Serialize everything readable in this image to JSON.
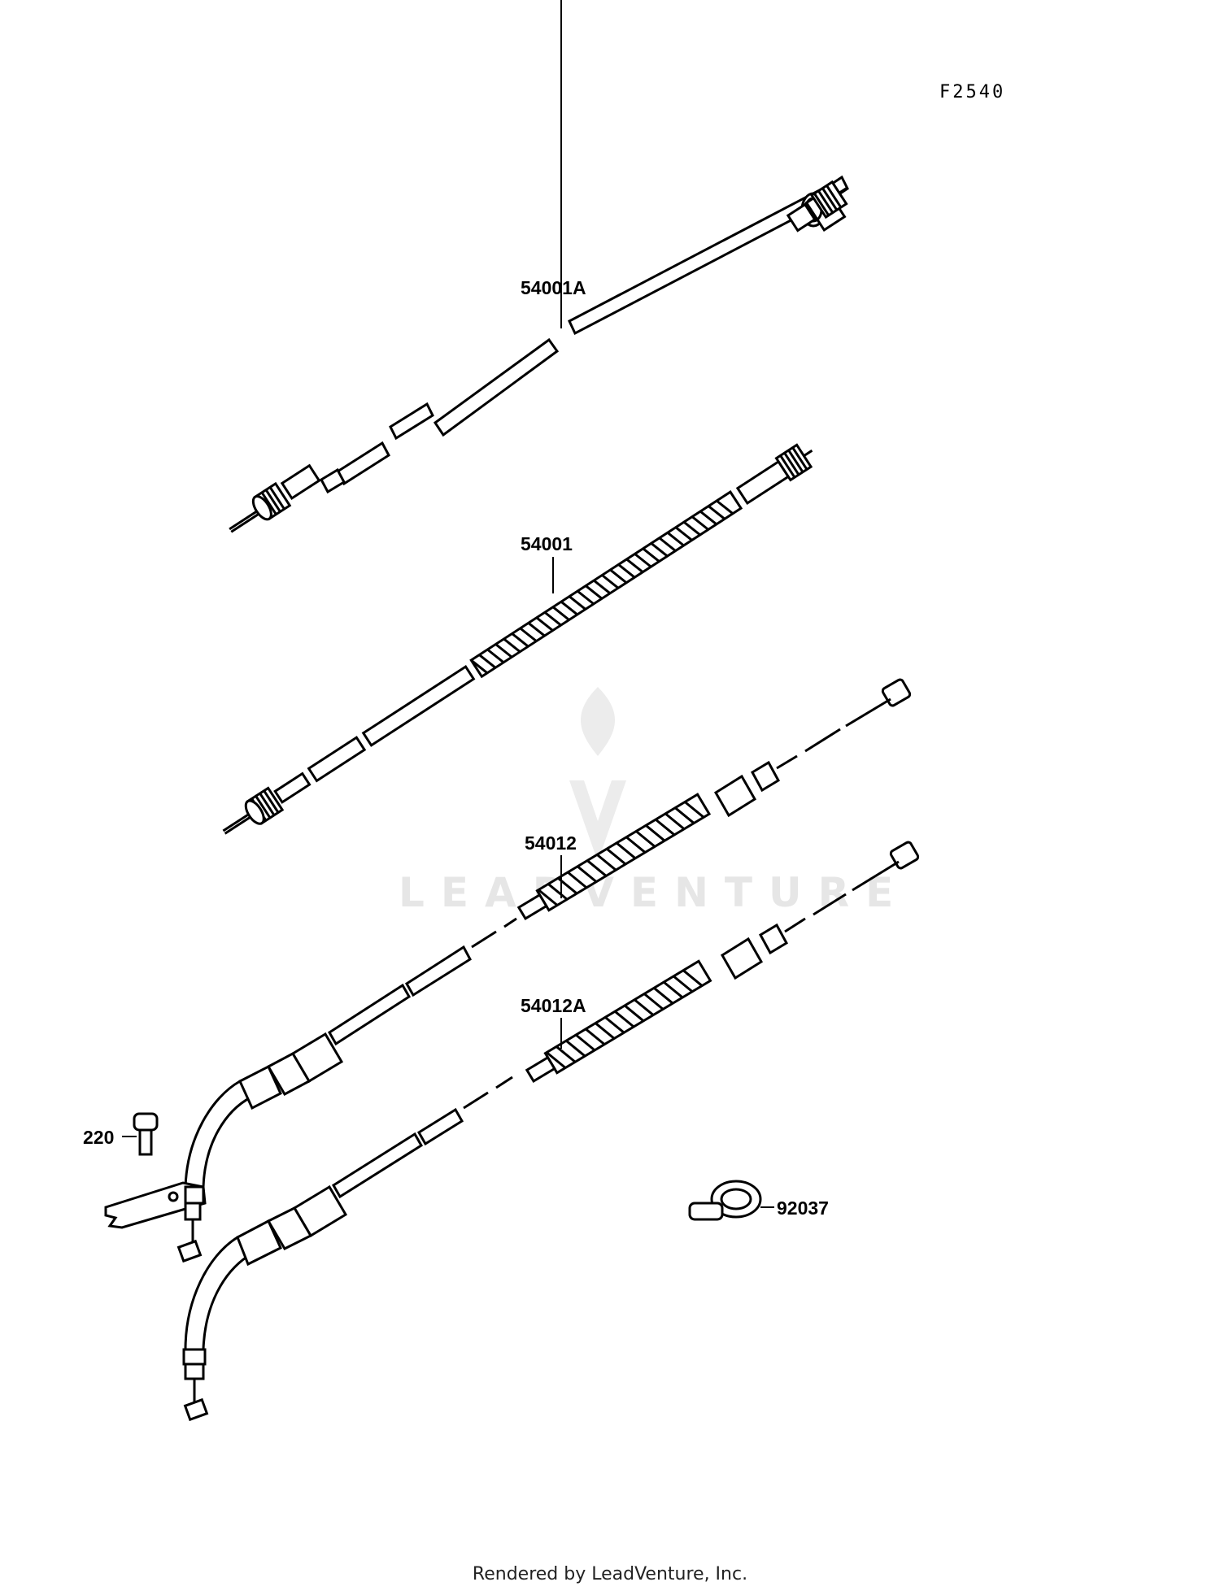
{
  "diagram_code": "F2540",
  "watermark": "LEADVENTURE",
  "footer": "Rendered by LeadVenture, Inc.",
  "parts": [
    {
      "id": "54001A",
      "label": "54001A"
    },
    {
      "id": "54001",
      "label": "54001"
    },
    {
      "id": "54012",
      "label": "54012"
    },
    {
      "id": "54012A",
      "label": "54012A"
    },
    {
      "id": "220",
      "label": "220"
    },
    {
      "id": "92037",
      "label": "92037"
    }
  ],
  "colors": {
    "ink": "#000000",
    "watermark": "#e6e6e6",
    "background": "#ffffff"
  }
}
